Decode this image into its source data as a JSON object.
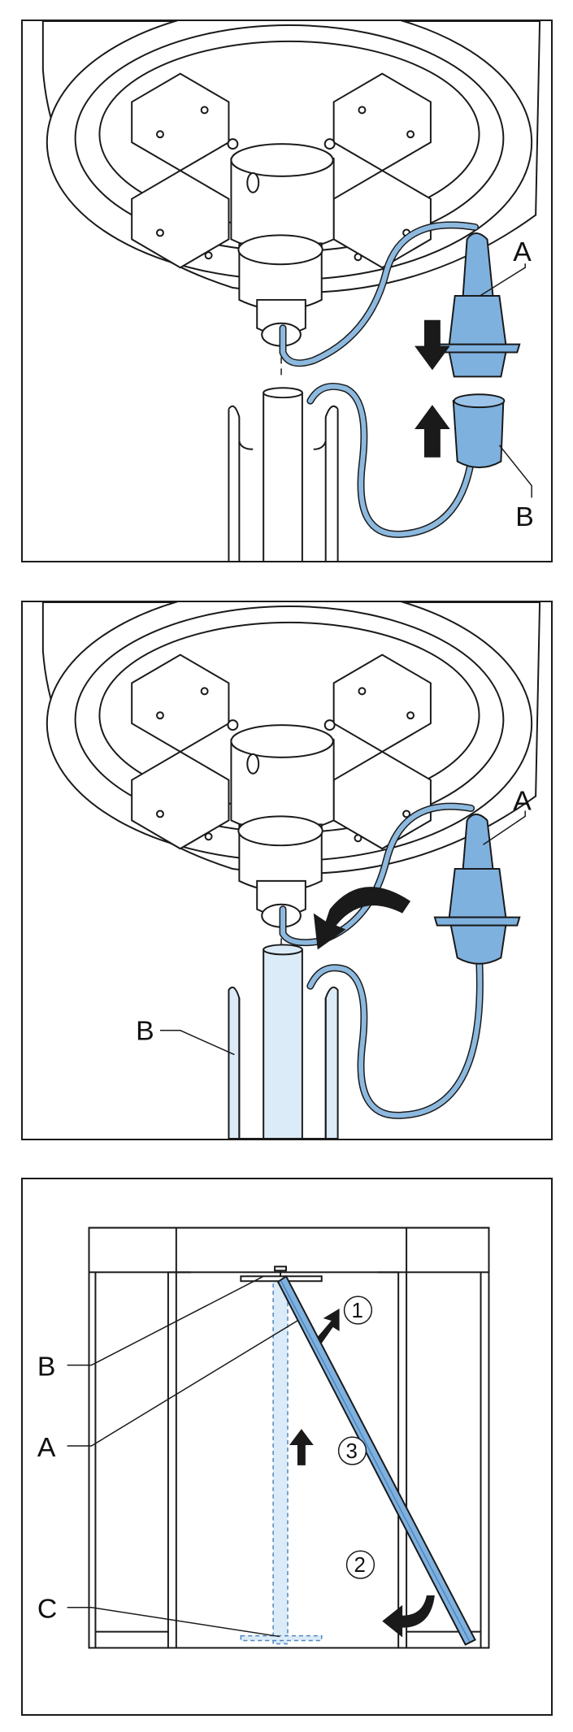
{
  "panel1": {
    "labels": {
      "a": "A",
      "b": "B"
    }
  },
  "panel2": {
    "labels": {
      "a": "A",
      "b": "B"
    }
  },
  "panel3": {
    "labels": {
      "a": "A",
      "b": "B",
      "c": "C"
    },
    "steps": {
      "s1": "1",
      "s2": "2",
      "s3": "3"
    }
  },
  "colors": {
    "cable": "#8db9df",
    "part_fill": "#7fb1df",
    "part_dark": "#4f86bd",
    "light": "#dcebf8",
    "arrow": "#1a1a1a",
    "line": "#1a1a1a"
  }
}
